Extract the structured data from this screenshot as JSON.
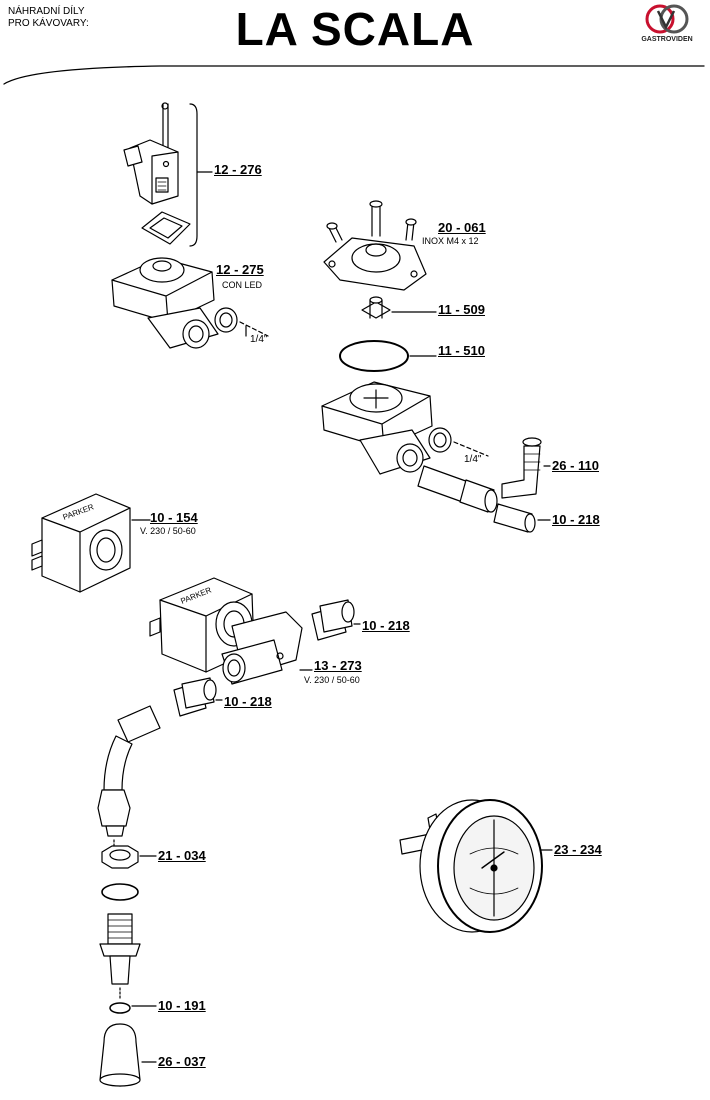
{
  "header": {
    "subtitle_line1": "NÁHRADNÍ DÍLY",
    "subtitle_line2": "PRO KÁVOVARY:",
    "title": "LA SCALA",
    "logo_text": "GASTROVIDEN"
  },
  "drawing_text": {
    "fitting_size_a": "1/4\"",
    "fitting_size_b": "1/4\"",
    "coil_brand_a": "PARKER",
    "coil_brand_b": "PARKER"
  },
  "parts": [
    {
      "code": "12 - 276",
      "note": ""
    },
    {
      "code": "12 - 275",
      "note": "CON LED"
    },
    {
      "code": "20 - 061",
      "note": "INOX  M4 x 12"
    },
    {
      "code": "11 - 509",
      "note": ""
    },
    {
      "code": "11 - 510",
      "note": ""
    },
    {
      "code": "26 - 110",
      "note": ""
    },
    {
      "code": "10 - 218",
      "note": ""
    },
    {
      "code": "10 - 154",
      "note": "V. 230 / 50-60"
    },
    {
      "code": "10 - 218",
      "note": ""
    },
    {
      "code": "13 - 273",
      "note": "V. 230 / 50-60"
    },
    {
      "code": "10 - 218",
      "note": ""
    },
    {
      "code": "21 - 034",
      "note": ""
    },
    {
      "code": "23 - 234",
      "note": ""
    },
    {
      "code": "10 - 191",
      "note": ""
    },
    {
      "code": "26 - 037",
      "note": ""
    }
  ]
}
